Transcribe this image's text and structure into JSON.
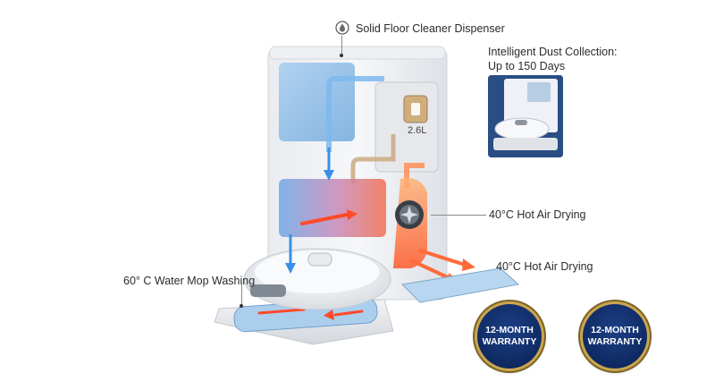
{
  "labels": {
    "dispenser": "Solid Floor Cleaner Dispenser",
    "dust_line1": "Intelligent Dust Collection:",
    "dust_line2": "Up to 150 Days",
    "bag_capacity": "2.6L",
    "hot_air_1": "40°C Hot Air Drying",
    "hot_air_2": "40°C Hot Air Drying",
    "water_mop": "60° C Water Mop Washing"
  },
  "badges": [
    {
      "line1": "12-MONTH",
      "line2": "WARRANTY"
    },
    {
      "line1": "12-MONTH",
      "line2": "WARRANTY"
    }
  ],
  "colors": {
    "hot": "#ff5a2c",
    "cold": "#3a8fe8",
    "badge_navy": "#0f2a62",
    "badge_gold": "#c9a64f"
  },
  "icons": [
    "droplet-dispenser-icon",
    "fan-icon"
  ]
}
